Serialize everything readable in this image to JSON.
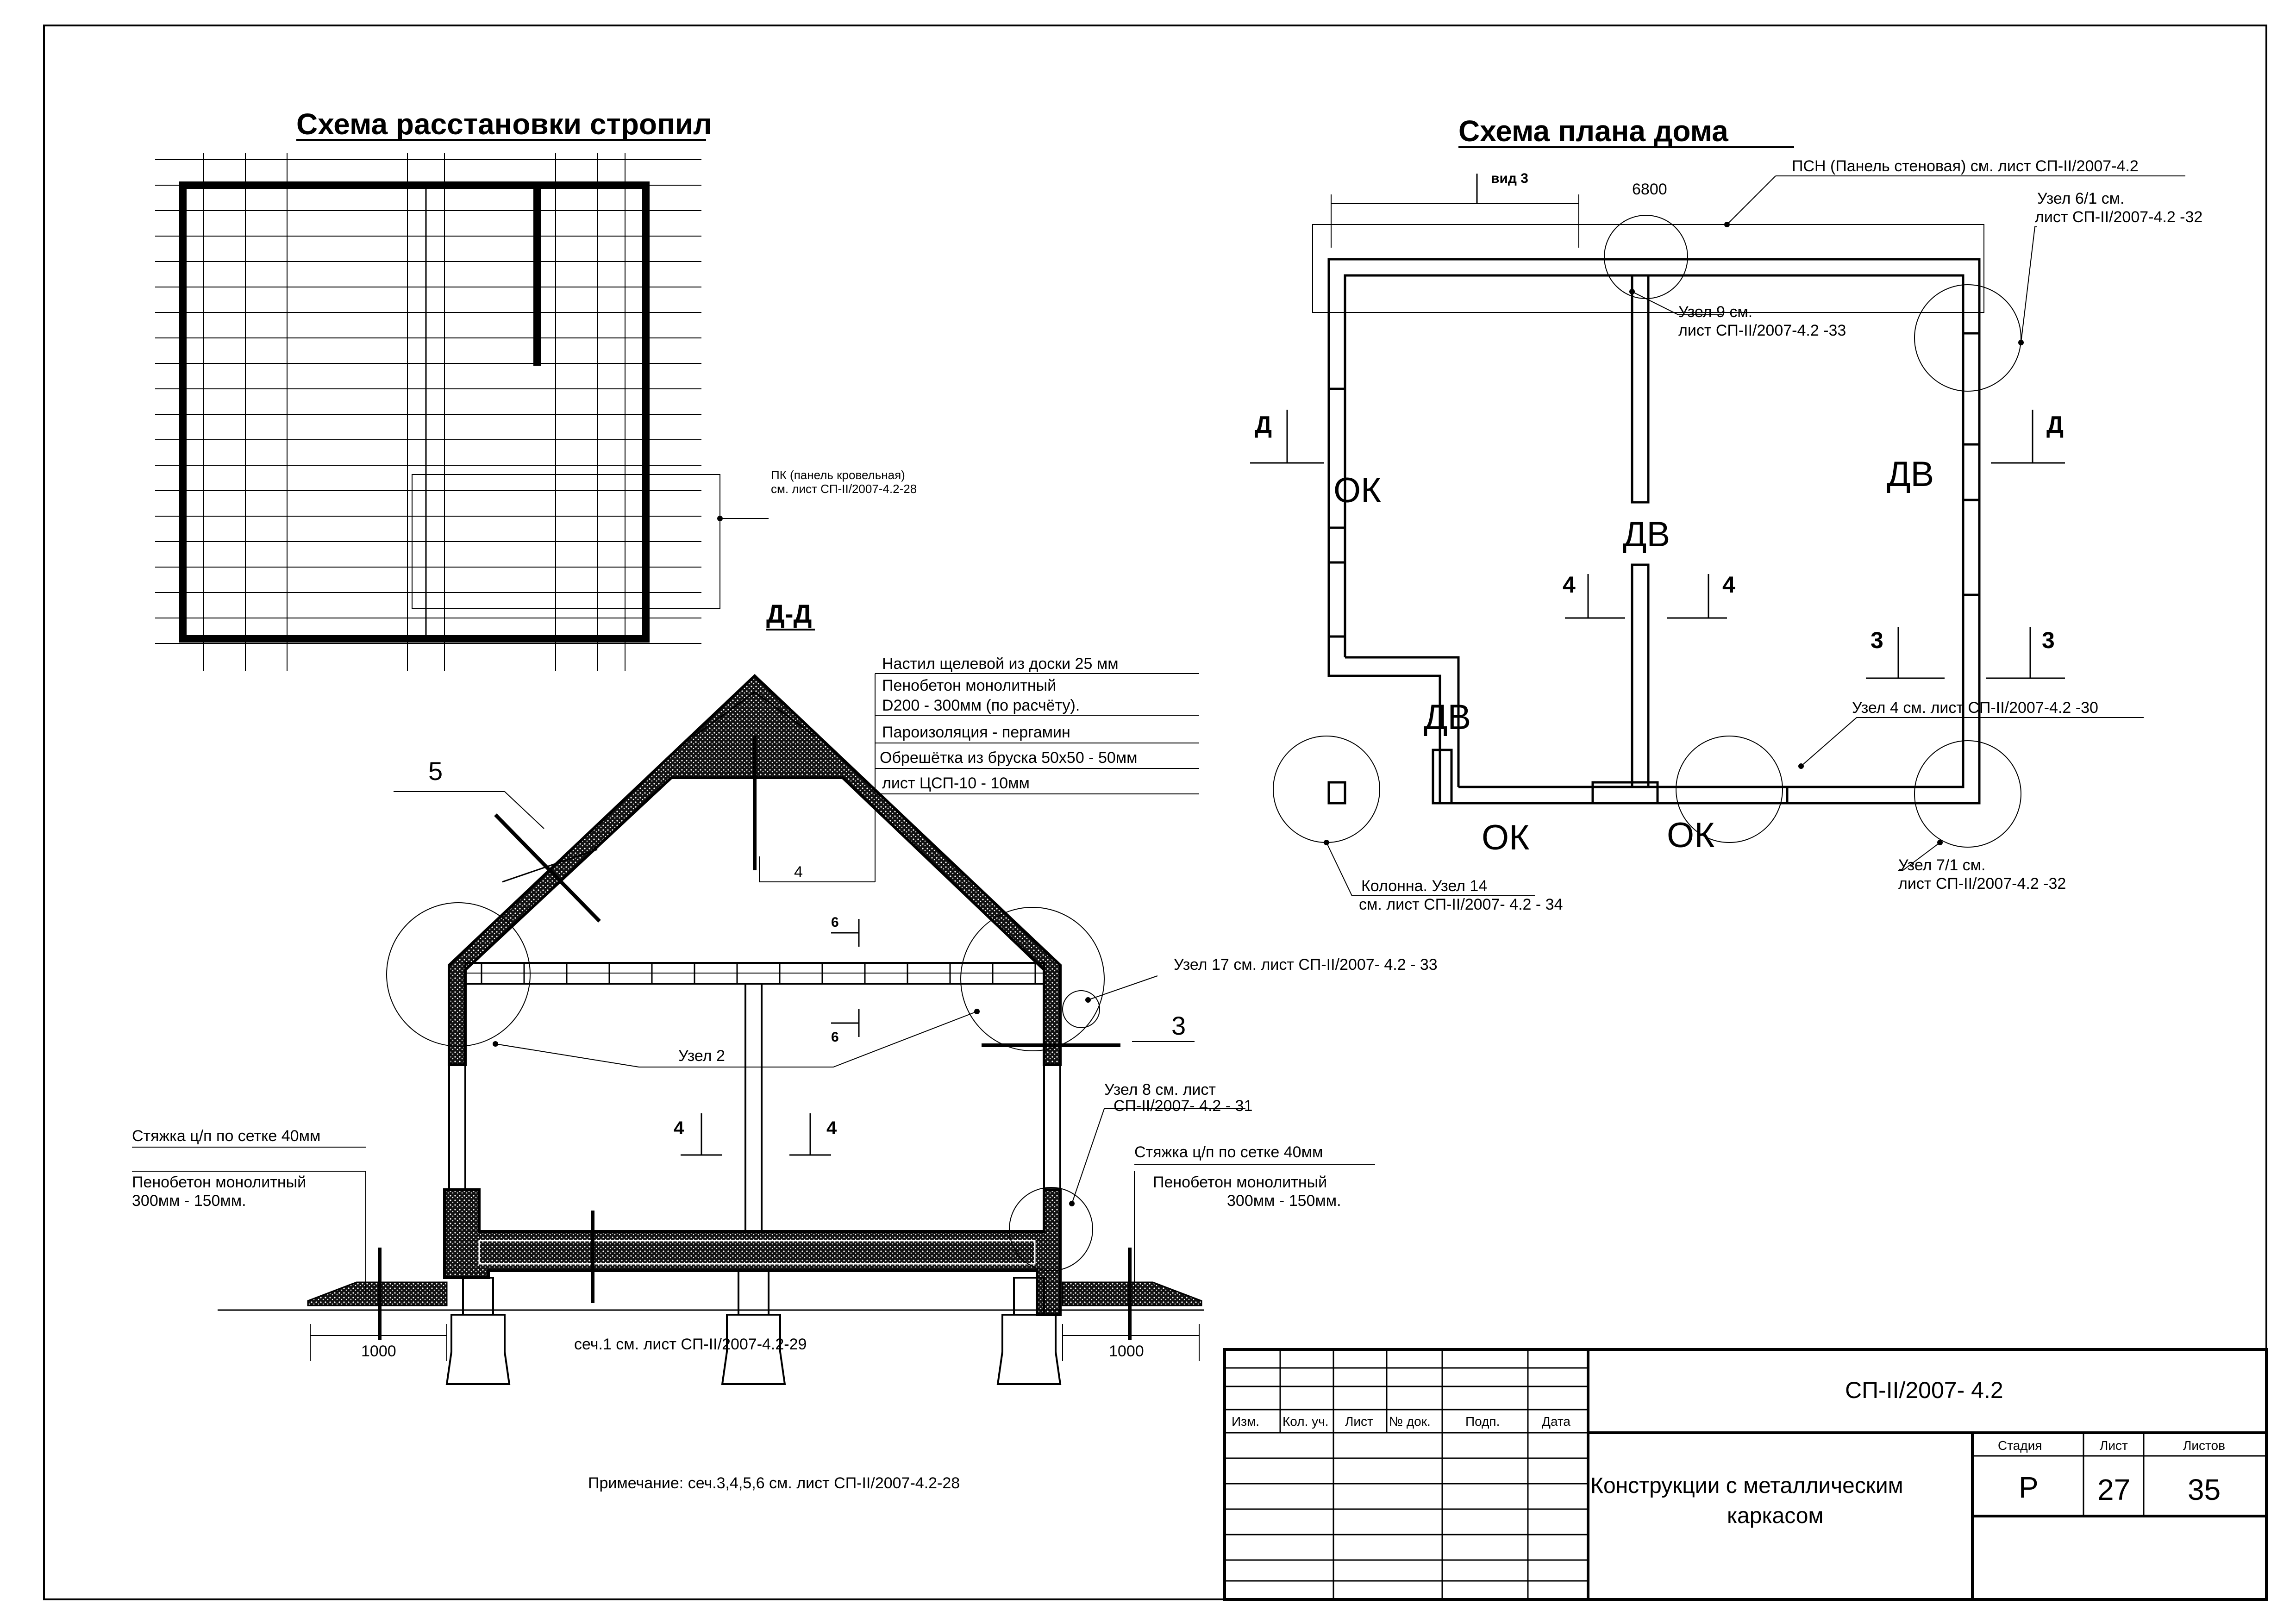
{
  "rafters": {
    "title": "Схема расстановки стропил",
    "panel_note_1": "ПК (панель кровельная)",
    "panel_note_2": "см. лист СП-II/2007-4.2-28"
  },
  "section": {
    "title": "Д-Д",
    "layers": [
      "Настил щелевой из доски 25 мм",
      "Пенобетон монолитный",
      "D200     -   300мм (по расчёту).",
      "Пароизоляция - пергамин",
      "Обрешётка из бруска 50х50 - 50мм",
      "лист ЦСП-10                     -     10мм"
    ],
    "mark_5": "5",
    "mark_4": "4",
    "mark_6": "6",
    "mark_3": "3",
    "uzel_17": "Узел 17 см. лист СП-II/2007- 4.2 - 33",
    "uzel_2": "Узел 2",
    "uzel_8_a": "Узел 8 см. лист",
    "uzel_8_b": "СП-II/2007- 4.2 - 31",
    "left_screed": "Стяжка ц/п по сетке 40мм",
    "left_foam_a": "Пенобетон монолитный",
    "left_foam_b": "300мм - 150мм.",
    "right_screed": "Стяжка ц/п по сетке 40мм",
    "right_foam_a": "Пенобетон монолитный",
    "right_foam_b": "300мм - 150мм.",
    "dim_left": "1000",
    "dim_right": "1000",
    "sech1": "сеч.1 см. лист СП-II/2007-4.2-29",
    "note": "Примечание: сеч.3,4,5,6 см. лист СП-II/2007-4.2-28"
  },
  "plan": {
    "title": "Схема плана дома",
    "vid": "вид 3",
    "dim_6800": "6800",
    "psn": "ПСН (Панель стеновая) см. лист СП-II/2007-4.2",
    "uzel_61_a": "Узел 6/1 см.",
    "uzel_61_b": "лист СП-II/2007-4.2 -32",
    "uzel_9_a": "Узел 9 см.",
    "uzel_9_b": "лист СП-II/2007-4.2 -33",
    "d_mark": "Д",
    "ok": "ОК",
    "dv": "ДВ",
    "mark_4": "4",
    "mark_3": "3",
    "uzel_4": "Узел 4 см. лист СП-II/2007-4.2 -30",
    "kolonna_a": "Колонна. Узел 14",
    "kolonna_b": "см. лист СП-II/2007- 4.2 - 34",
    "uzel_71_a": "Узел 7/1 см.",
    "uzel_71_b": "лист СП-II/2007-4.2 -32"
  },
  "titleblock": {
    "doc_code": "СП-II/2007- 4.2",
    "headers": [
      "Изм.",
      "Кол. уч.",
      "Лист",
      "№ док.",
      "Подп.",
      "Дата"
    ],
    "title_a": "Конструкции с металлическим",
    "title_b": "каркасом",
    "stage_label": "Стадия",
    "sheet_label": "Лист",
    "sheets_label": "Листов",
    "stage": "Р",
    "sheet": "27",
    "sheets": "35"
  }
}
